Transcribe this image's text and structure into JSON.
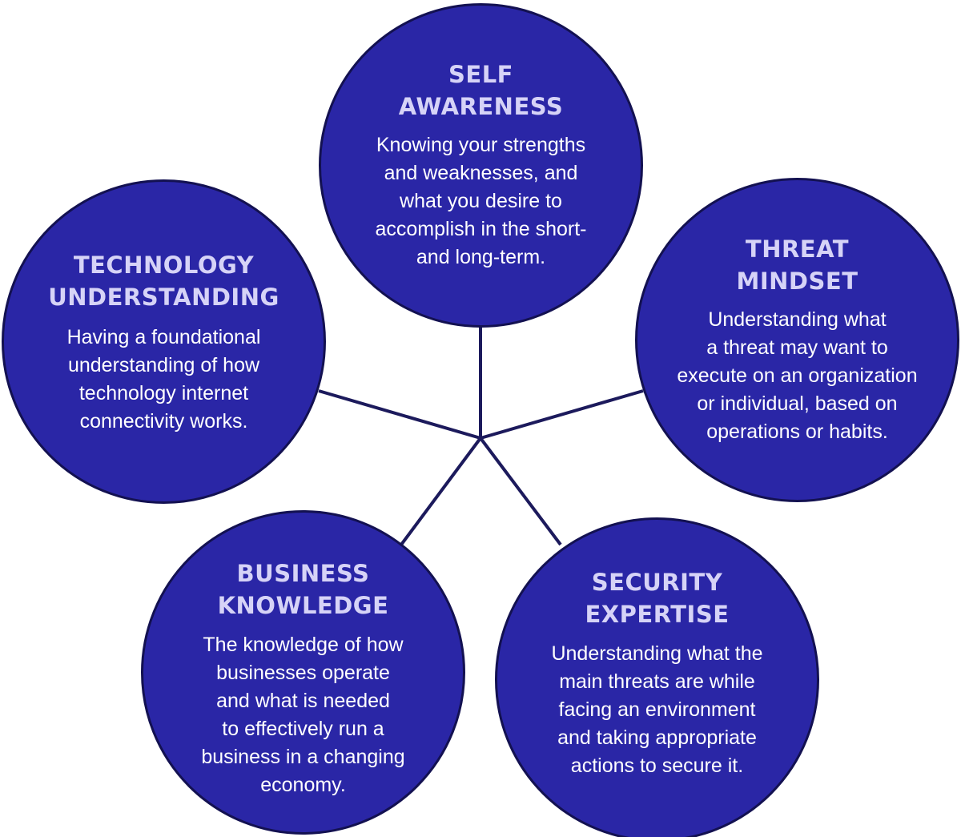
{
  "diagram": {
    "colors": {
      "circle_fill": "#2a26a6",
      "circle_border": "#131151",
      "connector": "#1c1a5c",
      "title_text": "#d6d3f7",
      "body_text": "#ffffff"
    },
    "nodes": {
      "self_awareness": {
        "title": [
          "SELF",
          "AWARENESS"
        ],
        "description": [
          "Knowing your strengths",
          "and weaknesses, and",
          "what you desire to",
          "accomplish in the short-",
          "and long-term."
        ]
      },
      "technology_understanding": {
        "title": [
          "TECHNOLOGY",
          "UNDERSTANDING"
        ],
        "description": [
          "Having a foundational",
          "understanding of how",
          "technology internet",
          "connectivity works."
        ]
      },
      "threat_mindset": {
        "title": [
          "THREAT",
          "MINDSET"
        ],
        "description": [
          "Understanding what",
          "a threat may want to",
          "execute on an organization",
          "or individual, based on",
          "operations or habits."
        ]
      },
      "business_knowledge": {
        "title": [
          "BUSINESS",
          "KNOWLEDGE"
        ],
        "description": [
          "The knowledge of how",
          "businesses operate",
          "and what is needed",
          "to effectively run a",
          "business in a changing",
          "economy."
        ]
      },
      "security_expertise": {
        "title": [
          "SECURITY",
          "EXPERTISE"
        ],
        "description": [
          "Understanding what the",
          "main threats are while",
          "facing an environment",
          "and taking appropriate",
          "actions to secure it."
        ]
      }
    }
  }
}
